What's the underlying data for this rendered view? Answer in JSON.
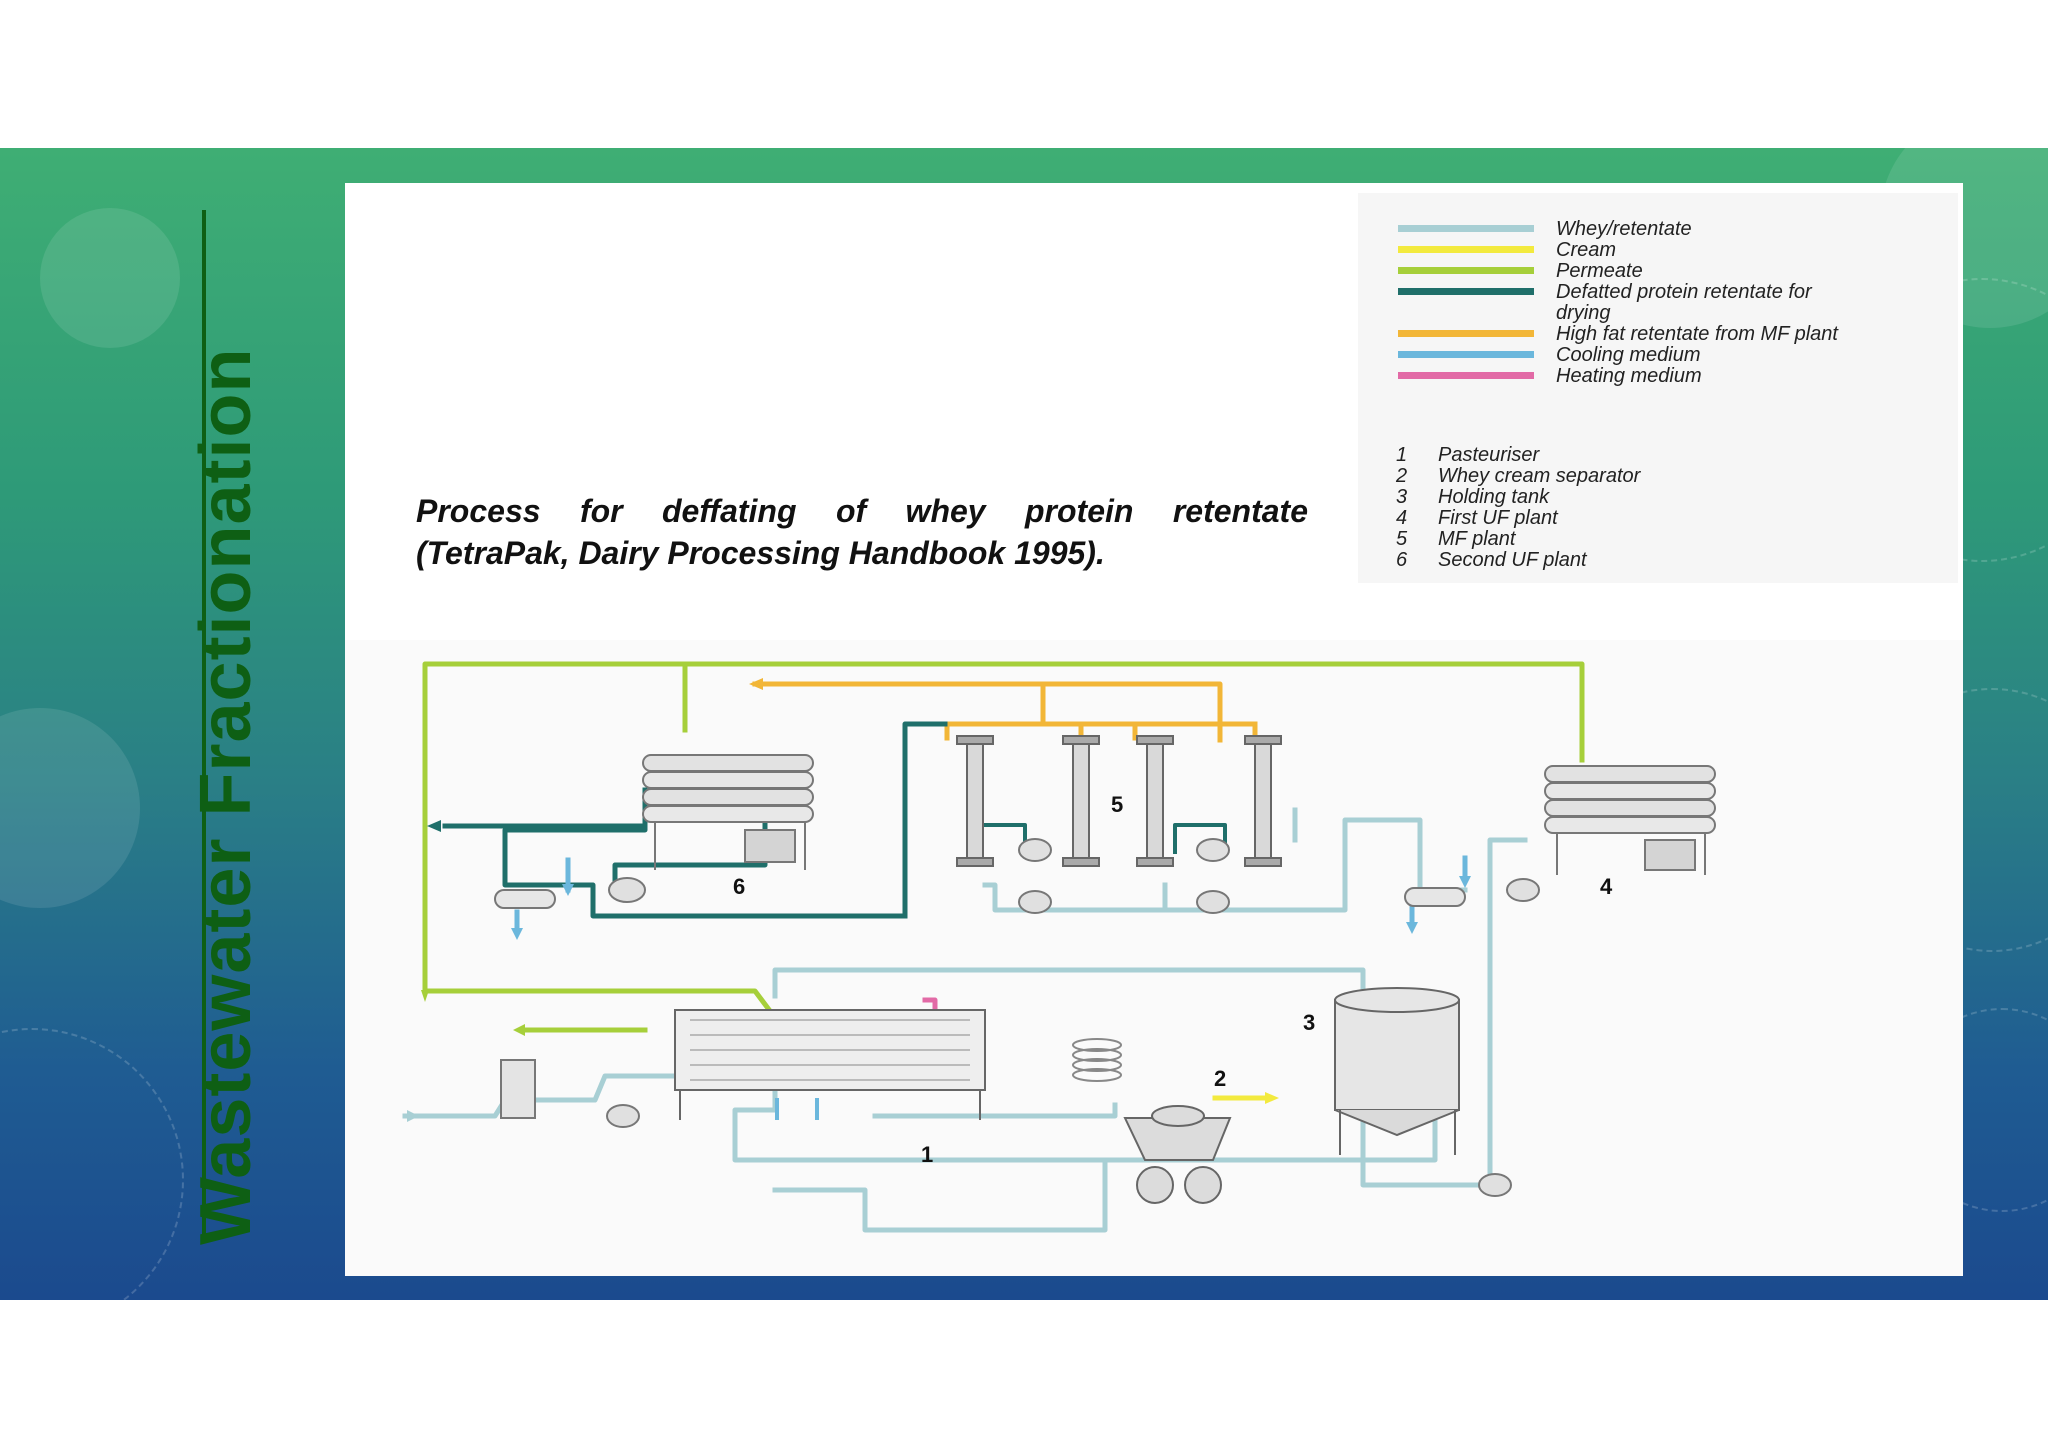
{
  "slide": {
    "title": "Wastewater Fractionation",
    "caption_line1": "Process for deffating of whey protein retentate",
    "caption_line2": "(TetraPak, Dairy Processing Handbook 1995)."
  },
  "legend": [
    {
      "label": "Whey/retentate",
      "color": "#a8cfd4"
    },
    {
      "label": "Cream",
      "color": "#f3ea3e"
    },
    {
      "label": "Permeate",
      "color": "#a6cf3a"
    },
    {
      "label": "Defatted protein retentate for",
      "color": "#1f6f6a"
    },
    {
      "label": "drying",
      "color": null
    },
    {
      "label": "High fat retentate from MF plant",
      "color": "#f2b637"
    },
    {
      "label": "Cooling medium",
      "color": "#6bb7dc"
    },
    {
      "label": "Heating medium",
      "color": "#e26aa6"
    }
  ],
  "units": [
    {
      "num": "1",
      "name": "Pasteuriser"
    },
    {
      "num": "2",
      "name": "Whey cream separator"
    },
    {
      "num": "3",
      "name": "Holding tank"
    },
    {
      "num": "4",
      "name": "First UF plant"
    },
    {
      "num": "5",
      "name": "MF plant"
    },
    {
      "num": "6",
      "name": "Second UF plant"
    }
  ],
  "diagram_labels": {
    "u1": "1",
    "u2": "2",
    "u3": "3",
    "u4": "4",
    "u5": "5",
    "u6": "6"
  }
}
